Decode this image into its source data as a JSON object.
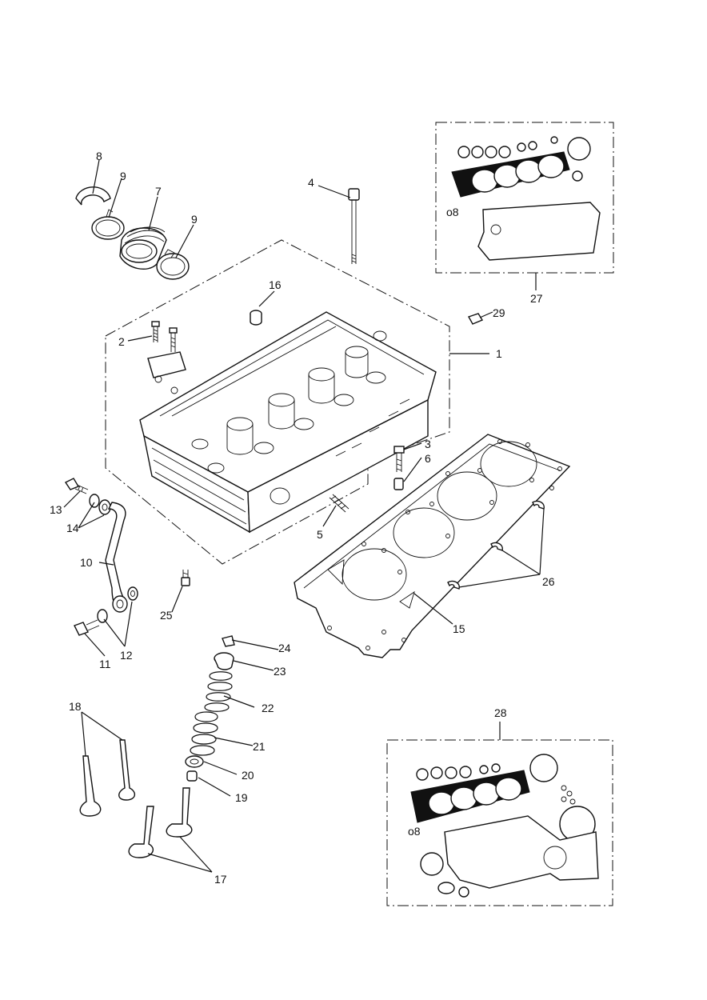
{
  "callouts": {
    "c1": "1",
    "c2": "2",
    "c3": "3",
    "c4": "4",
    "c5": "5",
    "c6": "6",
    "c7": "7",
    "c8": "8",
    "c9a": "9",
    "c9b": "9",
    "c10": "10",
    "c11": "11",
    "c12": "12",
    "c13": "13",
    "c14": "14",
    "c15": "15",
    "c16": "16",
    "c17": "17",
    "c18": "18",
    "c19": "19",
    "c20": "20",
    "c21": "21",
    "c22": "22",
    "c23": "23",
    "c24": "24",
    "c25": "25",
    "c26": "26",
    "c27": "27",
    "c28": "28",
    "c29": "29"
  },
  "kit_labels": {
    "kit27_o8": "o8",
    "kit28_o8": "o8"
  }
}
